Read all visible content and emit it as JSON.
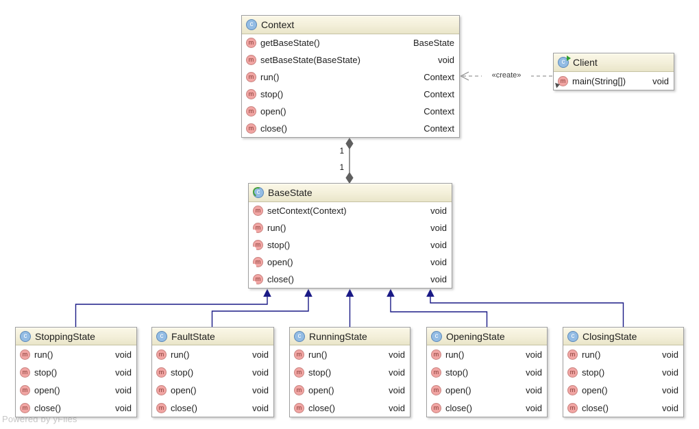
{
  "watermark": "Powered by yFiles",
  "icons": {
    "class_glyph": "c",
    "method_glyph": "m"
  },
  "labels": {
    "create": "«create»",
    "multiplicity_context_end": "1",
    "multiplicity_basestate_end": "1"
  },
  "colors": {
    "generalization_edge": "#1a1a86",
    "association_edge": "#5f5f5f",
    "create_edge": "#969696",
    "node_border": "#9f9f9f",
    "header_gradient_top": "#fbf8e8",
    "header_gradient_bottom": "#e9e5c9",
    "class_icon_blue": "#93bce4",
    "method_icon_pink": "#f1a5a3",
    "icon_green": "#2f9e2f"
  },
  "nodes": {
    "context": {
      "title": "Context",
      "methods": [
        {
          "name": "getBaseState()",
          "type": "BaseState"
        },
        {
          "name": "setBaseState(BaseState)",
          "type": "void"
        },
        {
          "name": "run()",
          "type": "Context"
        },
        {
          "name": "stop()",
          "type": "Context"
        },
        {
          "name": "open()",
          "type": "Context"
        },
        {
          "name": "close()",
          "type": "Context"
        }
      ]
    },
    "client": {
      "title": "Client",
      "methods": [
        {
          "name": "main(String[])",
          "type": "void"
        }
      ]
    },
    "basestate": {
      "title": "BaseState",
      "methods": [
        {
          "name": "setContext(Context)",
          "type": "void"
        },
        {
          "name": "run()",
          "type": "void"
        },
        {
          "name": "stop()",
          "type": "void"
        },
        {
          "name": "open()",
          "type": "void"
        },
        {
          "name": "close()",
          "type": "void"
        }
      ]
    },
    "stoppingstate": {
      "title": "StoppingState",
      "methods": [
        {
          "name": "run()",
          "type": "void"
        },
        {
          "name": "stop()",
          "type": "void"
        },
        {
          "name": "open()",
          "type": "void"
        },
        {
          "name": "close()",
          "type": "void"
        }
      ]
    },
    "faultstate": {
      "title": "FaultState",
      "methods": [
        {
          "name": "run()",
          "type": "void"
        },
        {
          "name": "stop()",
          "type": "void"
        },
        {
          "name": "open()",
          "type": "void"
        },
        {
          "name": "close()",
          "type": "void"
        }
      ]
    },
    "runningstate": {
      "title": "RunningState",
      "methods": [
        {
          "name": "run()",
          "type": "void"
        },
        {
          "name": "stop()",
          "type": "void"
        },
        {
          "name": "open()",
          "type": "void"
        },
        {
          "name": "close()",
          "type": "void"
        }
      ]
    },
    "openingstate": {
      "title": "OpeningState",
      "methods": [
        {
          "name": "run()",
          "type": "void"
        },
        {
          "name": "stop()",
          "type": "void"
        },
        {
          "name": "open()",
          "type": "void"
        },
        {
          "name": "close()",
          "type": "void"
        }
      ]
    },
    "closingstate": {
      "title": "ClosingState",
      "methods": [
        {
          "name": "run()",
          "type": "void"
        },
        {
          "name": "stop()",
          "type": "void"
        },
        {
          "name": "open()",
          "type": "void"
        },
        {
          "name": "close()",
          "type": "void"
        }
      ]
    }
  }
}
